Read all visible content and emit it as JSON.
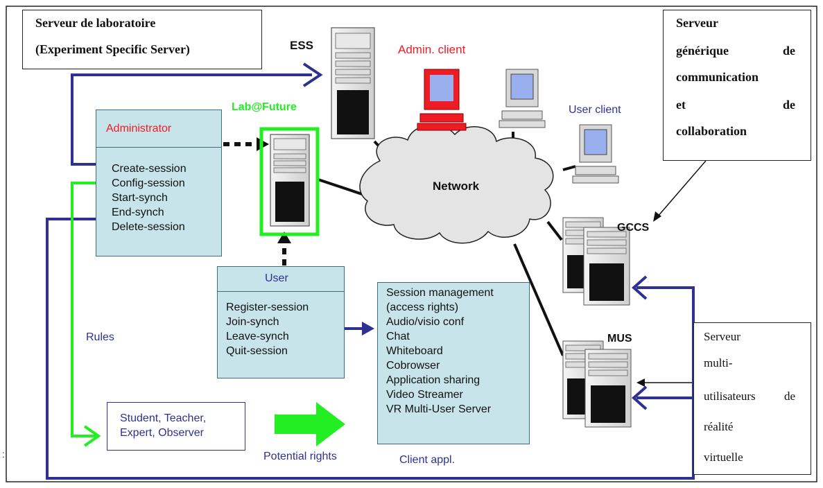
{
  "callouts": {
    "ess_server": {
      "line1": "Serveur de  laboratoire",
      "line2": "(Experiment Specific Server)"
    },
    "gccs_server": {
      "line1": "Serveur",
      "line2a": "générique",
      "line2b": "de",
      "line3": "communication",
      "line4a": "et",
      "line4b": "de",
      "line5": "collaboration"
    },
    "mus_server": {
      "line1": "Serveur",
      "line2": "multi-",
      "line3a": "utilisateurs",
      "line3b": "de",
      "line4": "réalité",
      "line5": "virtuelle"
    }
  },
  "nodes": {
    "ess": "ESS",
    "admin_client": "Admin. client",
    "lab_future": "Lab@Future",
    "user_client": "User client",
    "network": "Network",
    "gccs": "GCCS",
    "mus": "MUS"
  },
  "administrator": {
    "title": "Administrator",
    "items": [
      "Create-session",
      "Config-session",
      "Start-synch",
      "End-synch",
      "Delete-session"
    ]
  },
  "user": {
    "title": "User",
    "items": [
      "Register-session",
      "Join-synch",
      "Leave-synch",
      "Quit-session"
    ]
  },
  "client_appl": {
    "items": [
      "Session management",
      "(access rights)",
      "Audio/visio conf",
      "Chat",
      "Whiteboard",
      "Cobrowser",
      "Application sharing",
      "Video Streamer",
      "VR Multi-User Server"
    ],
    "caption": "Client appl."
  },
  "roles": {
    "items": [
      "Student, Teacher,",
      "Expert, Observer"
    ]
  },
  "labels": {
    "rules": "Rules",
    "potential_rights": "Potential rights"
  },
  "colors": {
    "navy_arrow": "#2e3192",
    "green": "#22ee22",
    "teal_fill": "#c6e4ea",
    "red_text": "#ee1c24",
    "cloud": "#e4e4e4"
  }
}
